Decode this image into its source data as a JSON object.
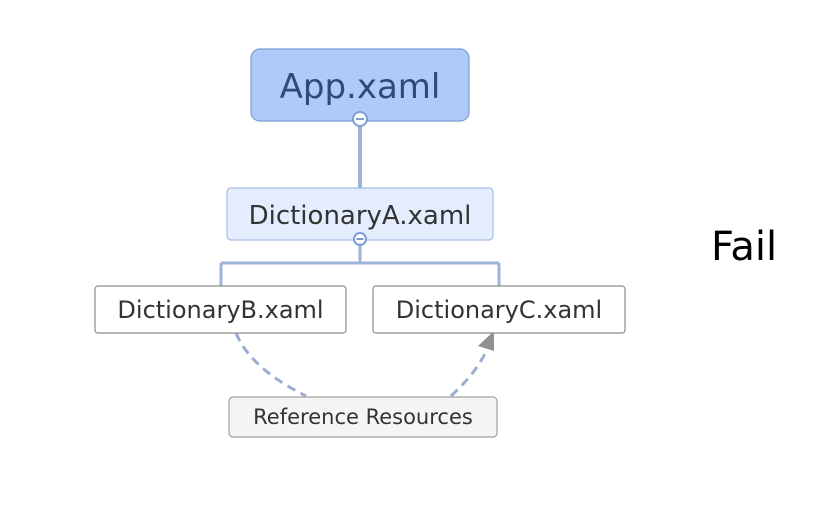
{
  "diagram": {
    "root": {
      "label": "App.xaml"
    },
    "level1": {
      "label": "DictionaryA.xaml"
    },
    "children": [
      {
        "label": "DictionaryB.xaml"
      },
      {
        "label": "DictionaryC.xaml"
      }
    ],
    "reference": {
      "label": "Reference Resources"
    },
    "result": {
      "label": "Fail"
    }
  },
  "colors": {
    "root_fill": "#afcaf8",
    "root_border": "#7c9cd2",
    "level1_fill": "#e3edfd",
    "level1_border": "#a7bfe5",
    "child_fill": "#ffffff",
    "child_border": "#8c8c8c",
    "reference_fill": "#f5f5f5",
    "reference_border": "#a0a0a0",
    "connector": "#9db3d8",
    "dashed_connector": "#9aaed0",
    "arrow": "#909090"
  }
}
